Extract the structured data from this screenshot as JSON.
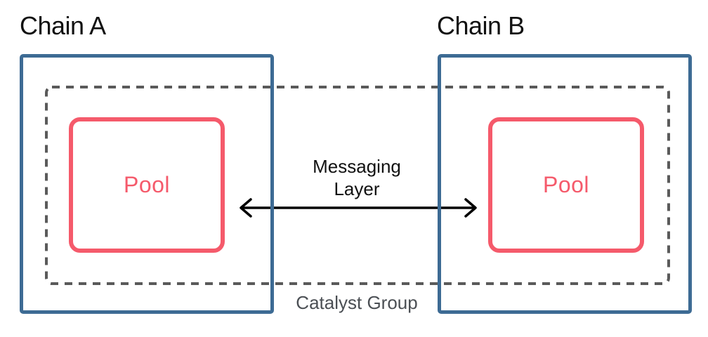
{
  "diagram": {
    "chains": [
      {
        "label": "Chain A",
        "pool_label": "Pool"
      },
      {
        "label": "Chain B",
        "pool_label": "Pool"
      }
    ],
    "messaging_layer_label": "Messaging\nLayer",
    "catalyst_group_label": "Catalyst Group",
    "icons": {
      "arrow": "double-headed-horizontal-arrow"
    },
    "colors": {
      "chain_border": "#3D6B94",
      "pool": "#F55A6B",
      "dashed_group_border": "#5A5A5A",
      "catalyst_text": "#4B4F54",
      "label_text": "#111111",
      "arrow": "#000000",
      "background": "#FFFFFF"
    }
  }
}
